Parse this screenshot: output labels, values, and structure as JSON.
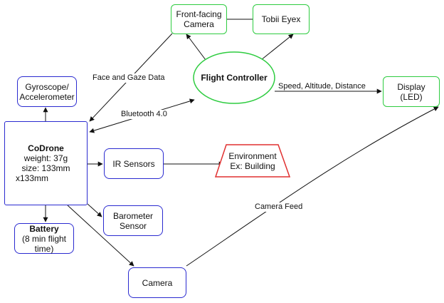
{
  "nodes": {
    "codrone": {
      "title": "CoDrone",
      "weight": "weight: 37g",
      "size1": "size: 133mm",
      "size2": "x133mm"
    },
    "gyro": {
      "line1": "Gyroscope/",
      "line2": "Accelerometer"
    },
    "battery": {
      "title": "Battery",
      "line2": "(8 min flight",
      "line3": "time)"
    },
    "ir": {
      "label": "IR Sensors"
    },
    "barometer": {
      "line1": "Barometer",
      "line2": "Sensor"
    },
    "camera": {
      "label": "Camera"
    },
    "environment": {
      "line1": "Environment",
      "line2": "Ex: Building"
    },
    "front_camera": {
      "line1": "Front-facing",
      "line2": "Camera"
    },
    "tobii": {
      "label": "Tobii Eyex"
    },
    "flight_controller": {
      "label": "Flight Controller"
    },
    "display": {
      "line1": "Display",
      "line2": "(LED)"
    }
  },
  "edge_labels": {
    "face_gaze": "Face and Gaze Data",
    "bluetooth": "Bluetooth 4.0",
    "speed": "Speed, Altitude, Distance",
    "camera_feed": "Camera Feed"
  },
  "colors": {
    "blue_border": "#2a2ad0",
    "green_border": "#2ecc40",
    "red_border": "#e03030"
  }
}
